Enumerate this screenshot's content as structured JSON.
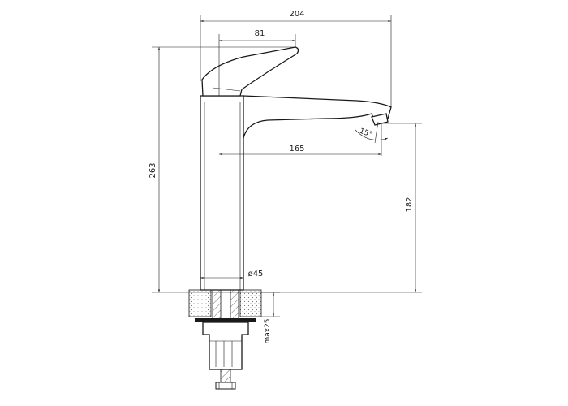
{
  "dimensions": {
    "total_width": "204",
    "handle_offset": "81",
    "spout_reach": "165",
    "total_height": "263",
    "spout_height": "182",
    "body_diameter": "ø45",
    "max_deck_thickness": "max25",
    "spout_angle": "15°"
  }
}
